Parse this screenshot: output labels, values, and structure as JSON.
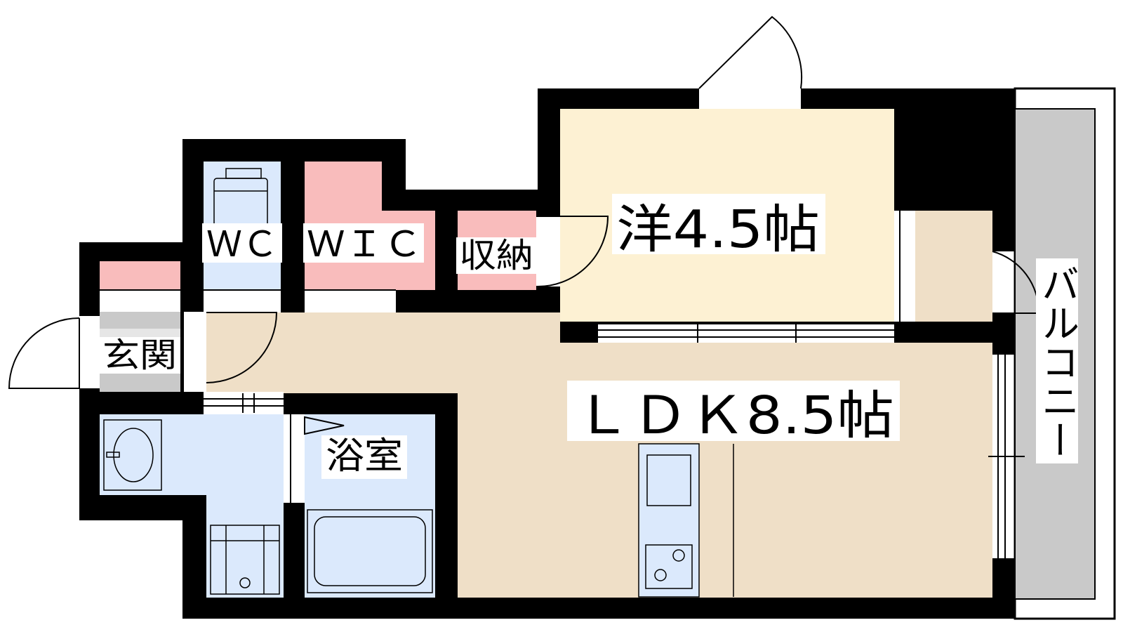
{
  "rooms": {
    "western": {
      "label": "洋4.5帖"
    },
    "ldk": {
      "label": "ＬＤＫ8.5帖"
    },
    "wc": {
      "label": "ＷＣ"
    },
    "wic": {
      "label": "ＷＩＣ"
    },
    "storage": {
      "label": "収納"
    },
    "entrance": {
      "label": "玄関"
    },
    "bathroom": {
      "label": "浴室"
    },
    "balcony": {
      "label": "バルコニー"
    }
  },
  "colors": {
    "wall": "#000000",
    "western_room": "#fdf1d3",
    "ldk": "#efdfc7",
    "wet_area": "#dbe9fc",
    "storage": "#f9bcbc",
    "entrance": "#c9c9c9",
    "balcony": "#c9c9c9"
  }
}
